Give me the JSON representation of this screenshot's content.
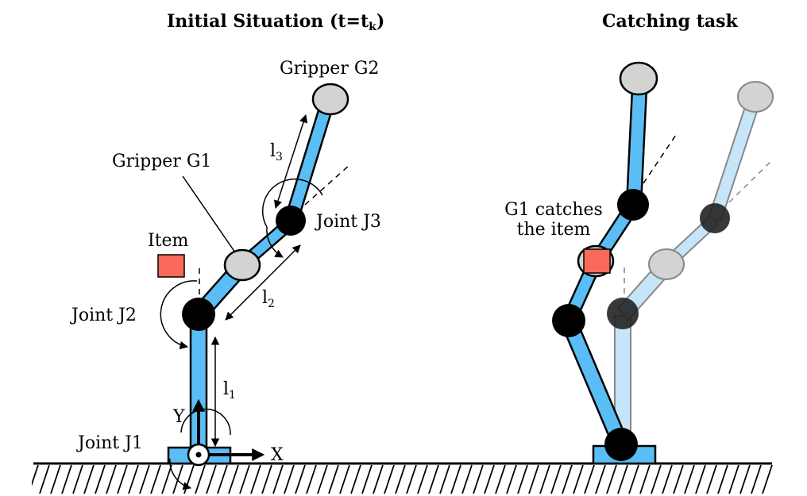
{
  "titles": {
    "initial_main": "Initial Situation (t=t",
    "initial_sub": "k",
    "initial_close": ")",
    "catching": "Catching task"
  },
  "labels": {
    "gripper_g2": "Gripper G2",
    "gripper_g1": "Gripper G1",
    "item": "Item",
    "joint_j1": "Joint J1",
    "joint_j2": "Joint J2",
    "joint_j3": "Joint J3",
    "l1": "l",
    "l1_sub": "1",
    "l2": "l",
    "l2_sub": "2",
    "l3": "l",
    "l3_sub": "3",
    "axis_x": "X",
    "axis_y": "Y",
    "g1_catches_line1": "G1 catches",
    "g1_catches_line2": "the item"
  },
  "colors": {
    "link": "#5BBDF5",
    "link_ghost": "#C6E5F8",
    "gripper": "#D3D3D3",
    "item": "#F96A5A",
    "joint": "#000000"
  }
}
